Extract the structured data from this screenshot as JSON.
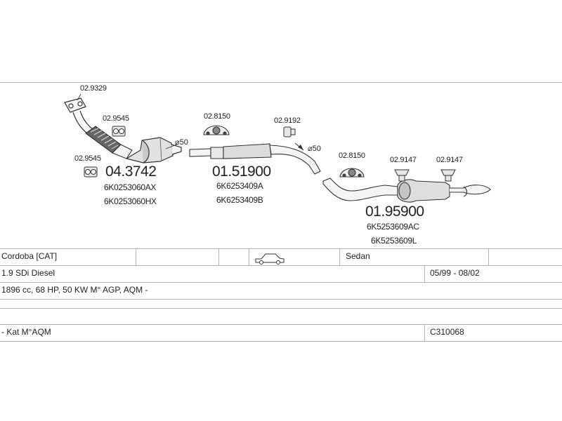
{
  "refs": {
    "gasket_top": "02.9329",
    "clamp_a": "02.9545",
    "clamp_b": "02.9545",
    "hanger_mid": "02.8150",
    "clamp_mid": "02.9192",
    "hanger_rear": "02.8150",
    "rubber_1": "02.9147",
    "rubber_2": "02.9147"
  },
  "parts": {
    "catalyst": {
      "number": "04.3742",
      "oe_1": "6K0253060AX",
      "oe_2": "6K0253060HX"
    },
    "middle": {
      "number": "01.51900",
      "oe_1": "6K6253409A",
      "oe_2": "6K6253409B"
    },
    "rear": {
      "number": "01.95900",
      "oe_1": "6K5253609AC",
      "oe_2": "6K5253609L"
    }
  },
  "diameters": {
    "d1": "⌀50",
    "d2": "⌀50"
  },
  "table": {
    "model": "Cordoba  [CAT]",
    "body_type": "Sedan",
    "engine": "1.9 SDi Diesel",
    "years": "05/99 - 08/02",
    "spec": "1896 cc, 68 HP, 50 KW M° AGP, AQM -",
    "note": "- Kat M°AQM",
    "code": "C310068"
  },
  "icons": {
    "car": "sedan-car-icon"
  }
}
